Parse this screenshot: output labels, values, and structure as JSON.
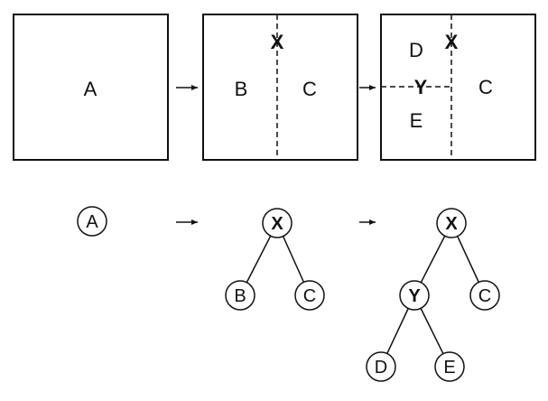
{
  "colors": {
    "stroke": "#111111",
    "background": "#ffffff"
  },
  "partition": {
    "step1": {
      "labels": {
        "A": "A"
      }
    },
    "step2": {
      "labels": {
        "B": "B",
        "C": "C",
        "X": "X"
      }
    },
    "step3": {
      "labels": {
        "D": "D",
        "E": "E",
        "C": "C",
        "X": "X",
        "Y": "Y"
      }
    }
  },
  "trees": {
    "tree1": {
      "A": "A"
    },
    "tree2": {
      "X": "X",
      "B": "B",
      "C": "C"
    },
    "tree3": {
      "X": "X",
      "Y": "Y",
      "C": "C",
      "D": "D",
      "E": "E"
    }
  }
}
